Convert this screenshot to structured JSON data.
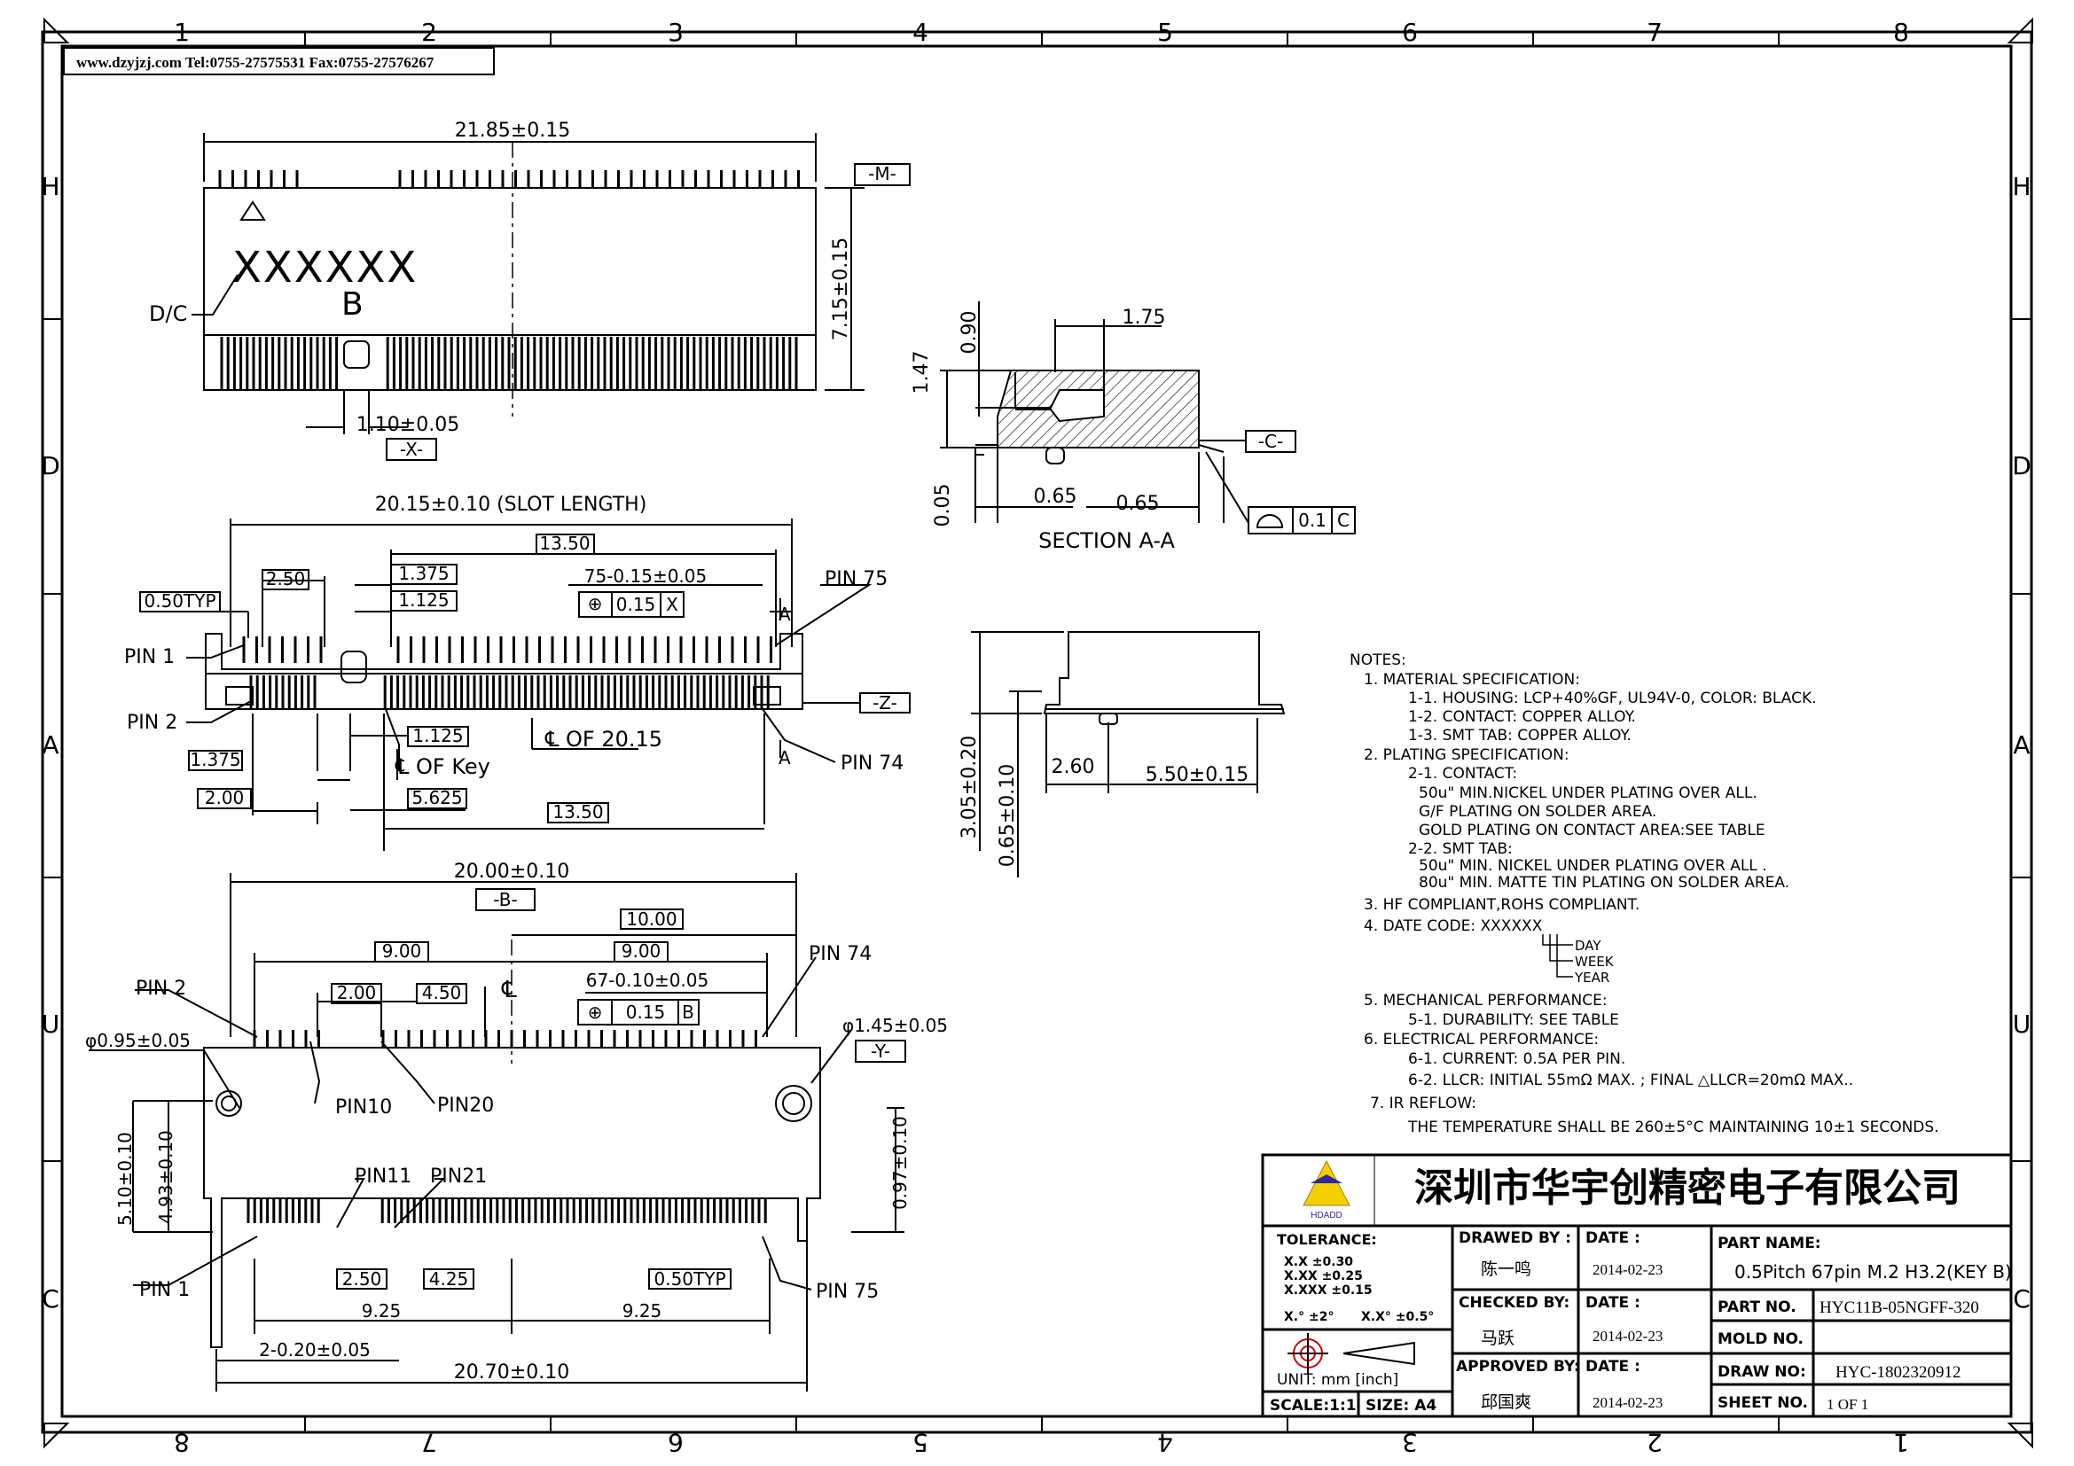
{
  "frame": {
    "columns_top": [
      "1",
      "2",
      "3",
      "4",
      "5",
      "6",
      "7",
      "8"
    ],
    "columns_bottom": [
      "8",
      "7",
      "6",
      "5",
      "4",
      "3",
      "2",
      "1"
    ],
    "rows_left": [
      "H",
      "D",
      "A",
      "U",
      "C"
    ],
    "rows_right": [
      "H",
      "D",
      "A",
      "U",
      "C"
    ]
  },
  "header_note": "www.dzyjzj.com  Tel:0755-27575531  Fax:0755-27576267",
  "top_view": {
    "width_dim": "21.85±0.15",
    "height_dim": "7.15±0.15",
    "datum_m": "-M-",
    "marking": "XXXXXX",
    "dc_label": "D/C",
    "key_label": "B",
    "key_offset_dim": "1.10±0.05",
    "datum_x": "-X-"
  },
  "middle_view": {
    "slot_length": "20.15±0.10 (SLOT LENGTH)",
    "d_13_50_top": "13.50",
    "d_2_50": "2.50",
    "d_1_375_top": "1.375",
    "d_1_125_top": "1.125",
    "pitch_dim": "75-0.15±0.05",
    "tol_value": "0.15",
    "tol_datum": "X",
    "d_050typ": "0.50TYP",
    "pin1": "PIN 1",
    "pin2": "PIN 2",
    "pin75": "PIN 75",
    "pin74": "PIN 74",
    "section_a": "A",
    "datum_z": "-Z-",
    "d_1_125_bot": "1.125",
    "center_20_15": "℄ OF 20.15",
    "center_key": "℄ OF Key",
    "d_1_375_bot": "1.375",
    "d_2_00": "2.00",
    "d_5_625": "5.625",
    "d_13_50_bot": "13.50"
  },
  "bottom_view": {
    "width_top": "20.00±0.10",
    "datum_b": "-B-",
    "d_10_00": "10.00",
    "d_9_00_l": "9.00",
    "d_9_00_r": "9.00",
    "d_2_00": "2.00",
    "d_4_50": "4.50",
    "center": "℄",
    "pitch_dim": "67-0.10±0.05",
    "tol_value": "0.15",
    "tol_datum": "B",
    "pin2": "PIN 2",
    "pin74": "PIN 74",
    "pin10": "PIN10",
    "pin20": "PIN20",
    "pin11": "PIN11",
    "pin21": "PIN21",
    "pin1": "PIN 1",
    "pin75": "PIN 75",
    "hole_small": "φ0.95±0.05",
    "hole_large": "φ1.45±0.05",
    "datum_y": "-Y-",
    "d_5_10": "5.10±0.10",
    "d_4_93": "4.93±0.10",
    "d_0_97": "0.97±0.10",
    "d_2_50": "2.50",
    "d_4_25": "4.25",
    "d_050typ": "0.50TYP",
    "d_9_25_l": "9.25",
    "d_9_25_r": "9.25",
    "d_2_020": "2-0.20±0.05",
    "width_bot": "20.70±0.10"
  },
  "section_view": {
    "d_1_75": "1.75",
    "d_0_90": "0.90",
    "d_1_47": "1.47",
    "d_0_05": "0.05",
    "d_0_65_l": "0.65",
    "d_0_65_r": "0.65",
    "datum_c": "-C-",
    "flat_value": "0.1",
    "flat_datum": "C",
    "title": "SECTION  A-A"
  },
  "side_view": {
    "d_3_05": "3.05±0.20",
    "d_0_65": "0.65±0.10",
    "d_2_60": "2.60",
    "d_5_50": "5.50±0.15"
  },
  "notes": [
    "NOTES:",
    "1. MATERIAL SPECIFICATION:",
    "1-1. HOUSING: LCP+40%GF, UL94V-0, COLOR: BLACK.",
    "1-2. CONTACT: COPPER ALLOY.",
    "1-3. SMT TAB: COPPER ALLOY.",
    "2. PLATING SPECIFICATION:",
    "2-1. CONTACT:",
    "50u\" MIN.NICKEL UNDER PLATING OVER ALL.",
    "G/F PLATING ON SOLDER AREA.",
    "GOLD   PLATING ON CONTACT AREA:SEE TABLE",
    "2-2. SMT TAB:",
    "50u\" MIN. NICKEL UNDER PLATING OVER ALL .",
    "80u\" MIN. MATTE TIN PLATING ON SOLDER AREA.",
    "3. HF COMPLIANT,ROHS COMPLIANT.",
    "4. DATE CODE: XXXXXX",
    "DAY",
    "WEEK",
    "YEAR",
    "5. MECHANICAL PERFORMANCE:",
    "5-1. DURABILITY: SEE TABLE",
    "6. ELECTRICAL PERFORMANCE:",
    "6-1. CURRENT: 0.5A PER PIN.",
    "6-2. LLCR: INITIAL 55mΩ MAX. ; FINAL △LLCR=20mΩ MAX..",
    "7. IR REFLOW:",
    "THE TEMPERATURE SHALL BE 260±5°C MAINTAINING 10±1 SECONDS."
  ],
  "title_block": {
    "logo_text": "HDADD",
    "company": "深圳市华宇创精密电子有限公司",
    "tolerance_label": "TOLERANCE:",
    "tol_xx": "X.X    ±0.30",
    "tol_xxx": "X.XX   ±0.25",
    "tol_xxxx": "X.XXX  ±0.15",
    "tol_ang1": "X.° ±2°",
    "tol_ang2": "X.X° ±0.5°",
    "unit": "UNIT:  mm  [inch]",
    "scale": "SCALE:1:1",
    "size": "SIZE: A4",
    "drawn_by_label": "DRAWED BY :",
    "drawn_by": "陈一鸣",
    "checked_by_label": "CHECKED BY:",
    "checked_by": "马跃",
    "approved_by_label": "APPROVED BY:",
    "approved_by": "邱国爽",
    "date_label": "DATE :",
    "date1": "2014-02-23",
    "date2": "2014-02-23",
    "date3": "2014-02-23",
    "part_name_label": "PART NAME:",
    "part_name": "0.5Pitch 67pin M.2 H3.2(KEY B)",
    "part_no_label": "PART NO.",
    "part_no": "HYC11B-05NGFF-320",
    "mold_no_label": "MOLD NO.",
    "mold_no": "",
    "draw_no_label": "DRAW NO:",
    "draw_no": "HYC-1802320912",
    "sheet_no_label": "SHEET NO.",
    "sheet_no": "1 OF 1"
  }
}
